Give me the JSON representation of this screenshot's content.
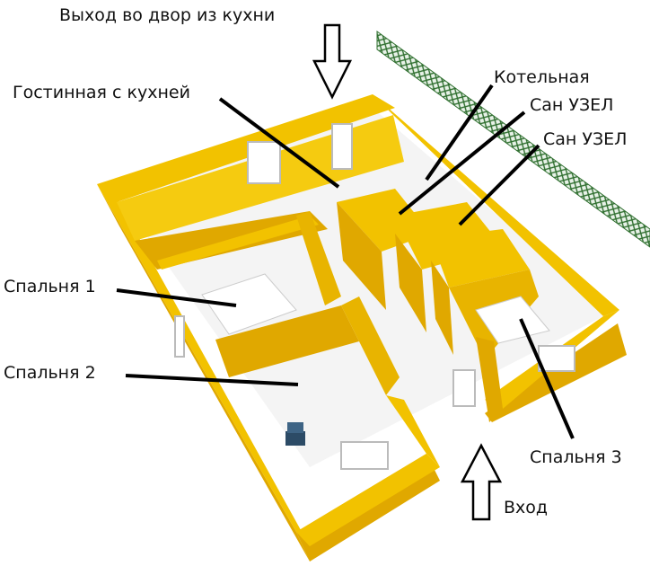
{
  "labels": {
    "yard_exit": "Выход во двор из кухни",
    "living_kitchen": "Гостинная с кухней",
    "boiler_room": "Котельная",
    "bathroom_1": "Сан УЗЕЛ",
    "bathroom_2": "Сан УЗЕЛ",
    "bedroom_1": "Спальня 1",
    "bedroom_2": "Спальня 2",
    "bedroom_3": "Спальня 3",
    "entrance": "Вход"
  },
  "colors": {
    "wall_top": "#f2c200",
    "wall_side": "#e0a800",
    "wall_dark": "#c98f00",
    "floor": "#f4f4f4",
    "fence": "#2f6f2f",
    "leader": "#000000"
  },
  "icons": {
    "arrow_top": "down-arrow-icon",
    "arrow_bottom": "up-arrow-icon",
    "chair": "chair-icon"
  }
}
